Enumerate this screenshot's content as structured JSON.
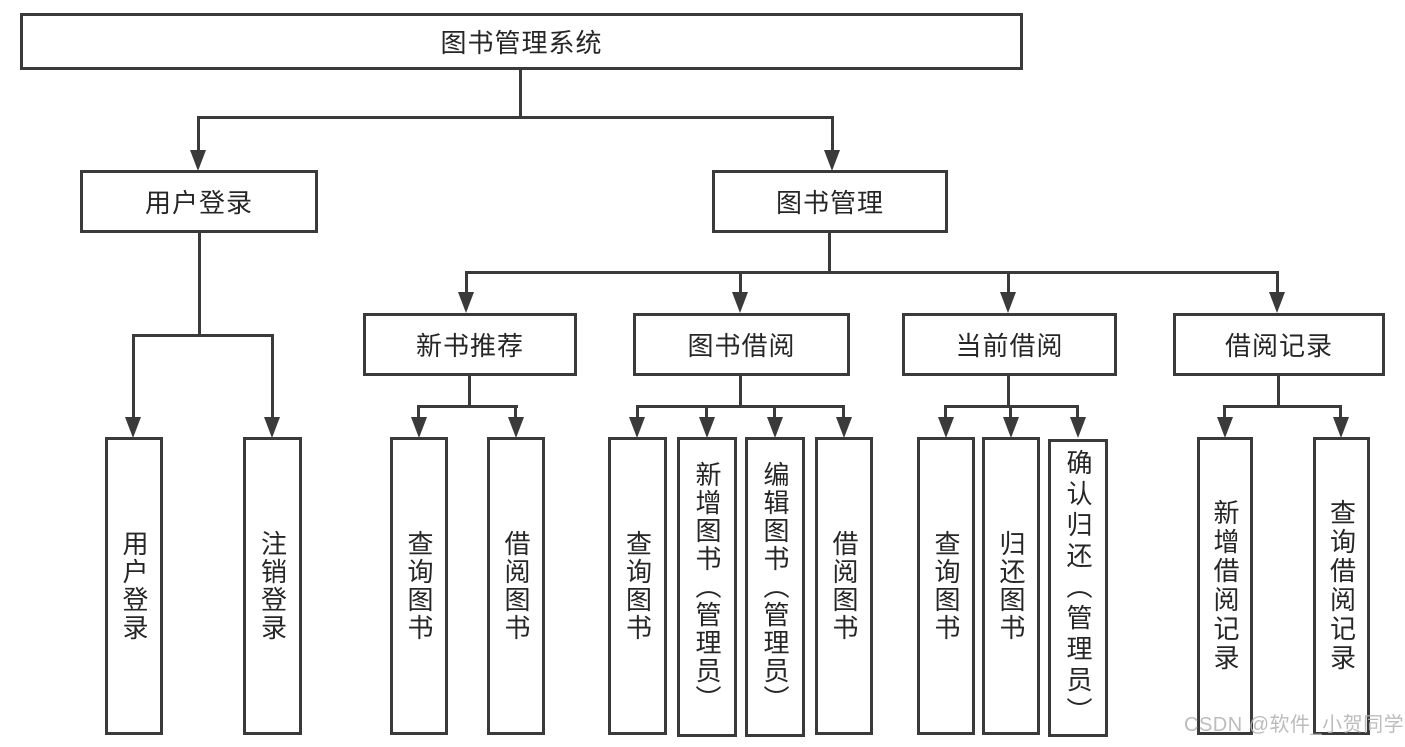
{
  "tree": {
    "root": {
      "label": "图书管理系统"
    },
    "branches": [
      {
        "label": "用户登录",
        "children": [
          {
            "label": "用户登录"
          },
          {
            "label": "注销登录"
          }
        ]
      },
      {
        "label": "图书管理",
        "children": [
          {
            "label": "新书推荐",
            "children": [
              {
                "label": "查询图书"
              },
              {
                "label": "借阅图书"
              }
            ]
          },
          {
            "label": "图书借阅",
            "children": [
              {
                "label": "查询图书"
              },
              {
                "label": "新增图书（管理员）"
              },
              {
                "label": "编辑图书（管理员）"
              },
              {
                "label": "借阅图书"
              }
            ]
          },
          {
            "label": "当前借阅",
            "children": [
              {
                "label": "查询图书"
              },
              {
                "label": "归还图书"
              },
              {
                "label": "确认归还（管理员）"
              }
            ]
          },
          {
            "label": "借阅记录",
            "children": [
              {
                "label": "新增借阅记录"
              },
              {
                "label": "查询借阅记录"
              }
            ]
          }
        ]
      }
    ]
  },
  "watermark": {
    "text": "CSDN @软件_小贺同学"
  },
  "colors": {
    "line": "#3a3a3a",
    "text": "#262626",
    "background": "#ffffff",
    "watermark": "#b5b5b5"
  }
}
